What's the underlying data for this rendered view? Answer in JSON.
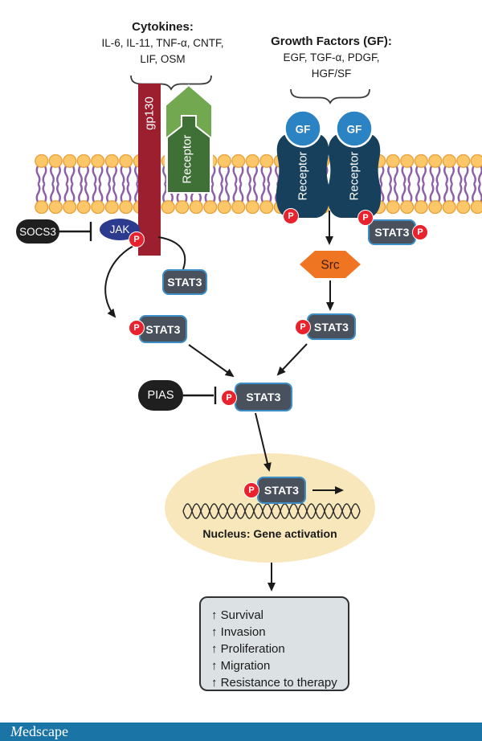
{
  "diagram": {
    "cytokines": {
      "title": "Cytokines:",
      "list_line1": "IL-6, IL-11, TNF-α, CNTF,",
      "list_line2": "LIF, OSM"
    },
    "growth_factors": {
      "title": "Growth Factors (GF):",
      "list_line1": "EGF, TGF-α, PDGF,",
      "list_line2": "HGF/SF"
    },
    "labels": {
      "gp130": "gp130",
      "receptor": "Receptor",
      "gf": "GF",
      "jak": "JAK",
      "socs3": "SOCS3",
      "pias": "PIAS",
      "src": "Src",
      "stat3": "STAT3",
      "phospho": "P"
    },
    "nucleus_caption": "Nucleus: Gene activation",
    "outcomes": [
      "↑ Survival",
      "↑ Invasion",
      "↑ Proliferation",
      "↑ Migration",
      "↑ Resistance to therapy"
    ],
    "footer": {
      "brand_initial": "M",
      "brand_rest": "edscape"
    },
    "colors": {
      "gp130_bar": "#9b1f2e",
      "receptor_green_outer": "#72a850",
      "receptor_green_inner": "#3f7035",
      "receptor_navy": "#16405c",
      "gf_circle": "#2c83c4",
      "membrane_head": "#fbc768",
      "membrane_tail": "#8d5fa9",
      "jak": "#2c3b8e",
      "inhibitor_black": "#1f1f1f",
      "p_badge": "#e8232e",
      "stat3_fill": "#49525c",
      "stat3_border": "#3e8fc7",
      "src_hexagon": "#f07522",
      "nucleus_fill": "#f7e7bb",
      "outcome_fill": "#dce1e4",
      "footer_bar": "#1b74a6"
    }
  }
}
